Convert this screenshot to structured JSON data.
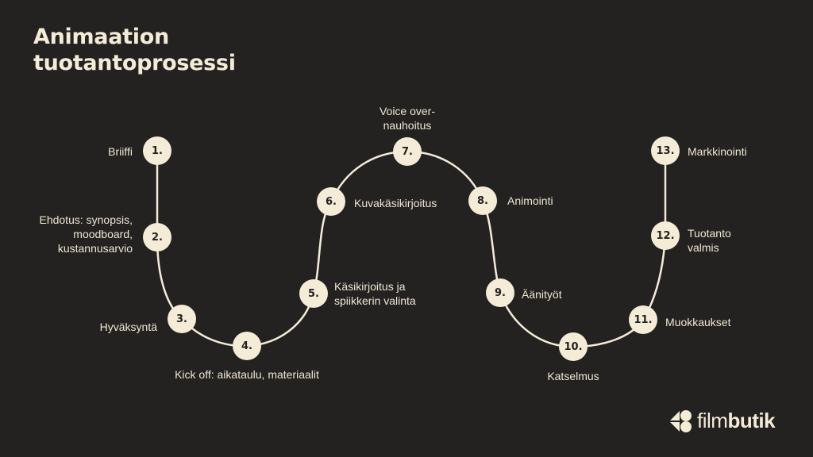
{
  "title": "Animaation tuotantoprosessi",
  "steps": [
    {
      "num": "1.",
      "label": "Briiffi"
    },
    {
      "num": "2.",
      "label": "Ehdotus: synopsis, moodboard, kustannusarvio"
    },
    {
      "num": "3.",
      "label": "Hyväksyntä"
    },
    {
      "num": "4.",
      "label": "Kick off: aikataulu, materiaalit"
    },
    {
      "num": "5.",
      "label": "Käsikirjoitus ja spiikkerin valinta"
    },
    {
      "num": "6.",
      "label": "Kuvakäsikirjoitus"
    },
    {
      "num": "7.",
      "label": "Voice over-nauhoitus"
    },
    {
      "num": "8.",
      "label": "Animointi"
    },
    {
      "num": "9.",
      "label": "Äänityöt"
    },
    {
      "num": "10.",
      "label": "Katselmus"
    },
    {
      "num": "11.",
      "label": "Muokkaukset"
    },
    {
      "num": "12.",
      "label": "Tuotanto valmis"
    },
    {
      "num": "13.",
      "label": "Markkinointi"
    }
  ],
  "logo": {
    "light": "film",
    "bold": "butik"
  },
  "colors": {
    "background": "#232221",
    "accent": "#f5ecd8"
  }
}
